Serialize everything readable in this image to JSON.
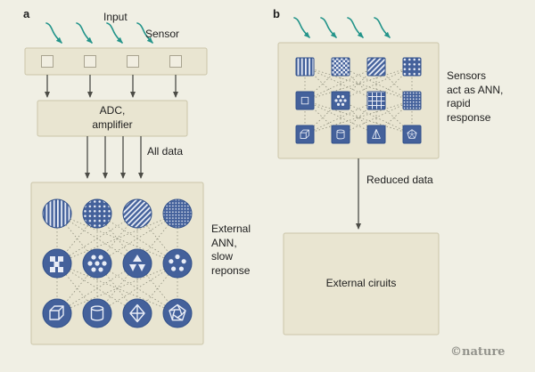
{
  "figure": {
    "panels": {
      "a": {
        "label": "a",
        "input_label": "Input",
        "sensor_label": "Sensor",
        "adc_box": "ADC,\namplifier",
        "all_data_label": "All data",
        "ann_caption": "External\nANN,\nslow\nreponse",
        "node_types": [
          [
            "stripes-vertical",
            "dots",
            "stripes-diagonal",
            "dots-fine"
          ],
          [
            "squares-pattern",
            "circles-ring",
            "triangles-pattern",
            "pentagon-dots"
          ],
          [
            "cube-3d",
            "cylinder-3d",
            "octahedron-3d",
            "dodecahedron-3d"
          ]
        ]
      },
      "b": {
        "label": "b",
        "caption": "Sensors\nact as ANN,\nrapid\nresponse",
        "reduced_data_label": "Reduced data",
        "external_box": "External ciruits",
        "node_types": [
          [
            "stripes-vertical",
            "checker",
            "stripes-diagonal",
            "dots"
          ],
          [
            "inner-square",
            "circles-ring",
            "grid-pattern",
            "dots-fine"
          ],
          [
            "cube-3d",
            "cylinder-3d",
            "pyramid-3d",
            "pentagon-3d"
          ]
        ]
      }
    },
    "credit": "©nature",
    "colors": {
      "background": "#f0efe4",
      "box_fill": "#e9e5d1",
      "box_border": "#cbc5a9",
      "node_blue": "#44619b",
      "node_light": "#e9edf6",
      "node_stroke": "#31508a",
      "arrow_teal": "#23948a",
      "arrow_gray": "#4c4c46",
      "connection_gray": "#8f8f7d"
    }
  }
}
